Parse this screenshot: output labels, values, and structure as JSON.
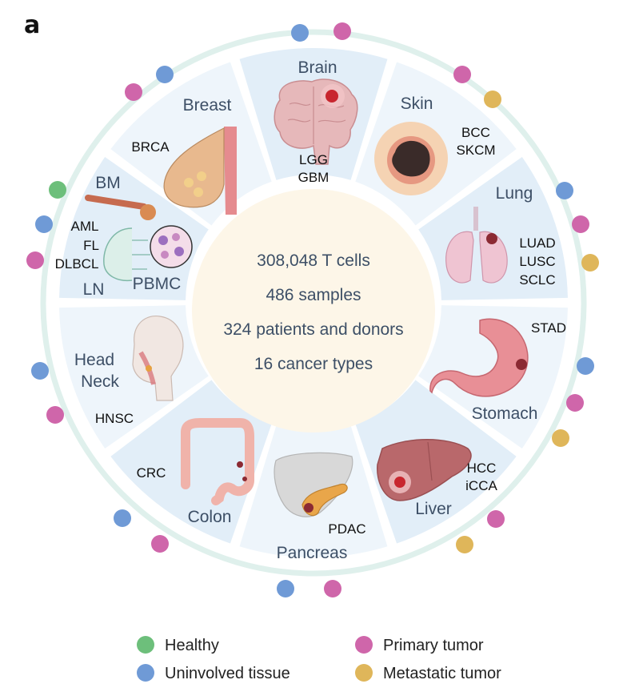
{
  "panel_label": "a",
  "center": {
    "lines": [
      "308,048 T cells",
      "486 samples",
      "324 patients and donors",
      "16 cancer types"
    ]
  },
  "tissues": {
    "brain": {
      "name": "Brain",
      "codes": [
        "LGG",
        "GBM"
      ]
    },
    "skin": {
      "name": "Skin",
      "codes": [
        "BCC",
        "SKCM"
      ]
    },
    "lung": {
      "name": "Lung",
      "codes": [
        "LUAD",
        "LUSC",
        "SCLC"
      ]
    },
    "stomach": {
      "name": "Stomach",
      "codes": [
        "STAD"
      ]
    },
    "liver": {
      "name": "Liver",
      "codes": [
        "HCC",
        "iCCA"
      ]
    },
    "pancreas": {
      "name": "Pancreas",
      "codes": [
        "PDAC"
      ]
    },
    "colon": {
      "name": "Colon",
      "codes": [
        "CRC"
      ]
    },
    "headneck": {
      "name_lines": [
        "Head",
        "Neck"
      ],
      "codes": [
        "HNSC"
      ]
    },
    "bm": {
      "names": [
        "BM",
        "PBMC",
        "LN"
      ],
      "codes": [
        "AML",
        "FL",
        "DLBCL"
      ]
    },
    "breast": {
      "name": "Breast",
      "codes": [
        "BRCA"
      ]
    }
  },
  "legend": {
    "healthy": {
      "label": "Healthy",
      "color": "#6dbf7b"
    },
    "uninvolved": {
      "label": "Uninvolved tissue",
      "color": "#6f9ad6"
    },
    "primary": {
      "label": "Primary tumor",
      "color": "#cf66aa"
    },
    "metastatic": {
      "label": "Metastatic tumor",
      "color": "#dfb65a"
    }
  },
  "colors": {
    "ring": "#dff0ec",
    "segment_light": "#eef5fb",
    "segment_mid": "#e2eef8",
    "center_fill": "#fdf6e8",
    "text": "#3d4f66"
  }
}
